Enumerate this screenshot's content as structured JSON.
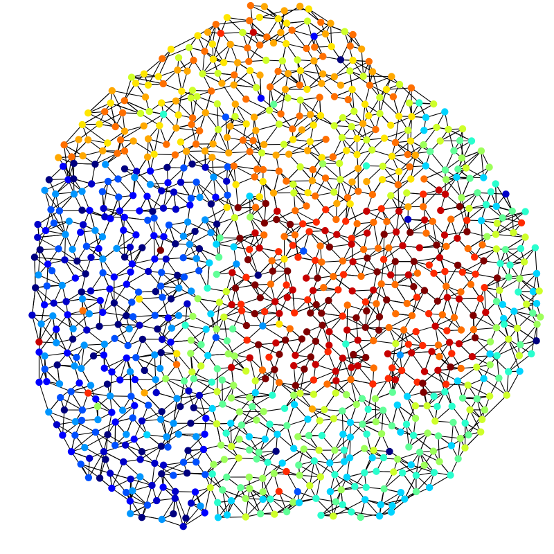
{
  "graph": {
    "kind": "network",
    "layout": "force-directed",
    "background": "#ffffff",
    "edge_color": "#000000",
    "colormap": "jet",
    "palette": [
      "#00007f",
      "#0000c8",
      "#0000ff",
      "#0050ff",
      "#0096ff",
      "#00d4ff",
      "#29ffce",
      "#60ff97",
      "#9dff5a",
      "#ceff29",
      "#ffe600",
      "#ffa800",
      "#ff6f00",
      "#ff2a00",
      "#c80000",
      "#7f0000"
    ],
    "clusters": [
      {
        "name": "blue",
        "colors": [
          0,
          1,
          2,
          3,
          4
        ]
      },
      {
        "name": "orange-yellow",
        "colors": [
          9,
          10,
          11,
          12
        ]
      },
      {
        "name": "red",
        "colors": [
          12,
          13,
          14,
          15
        ]
      },
      {
        "name": "cyan-green",
        "colors": [
          5,
          6,
          7,
          8,
          9
        ]
      }
    ],
    "node_count": 1000,
    "edges_per_node": 3
  }
}
